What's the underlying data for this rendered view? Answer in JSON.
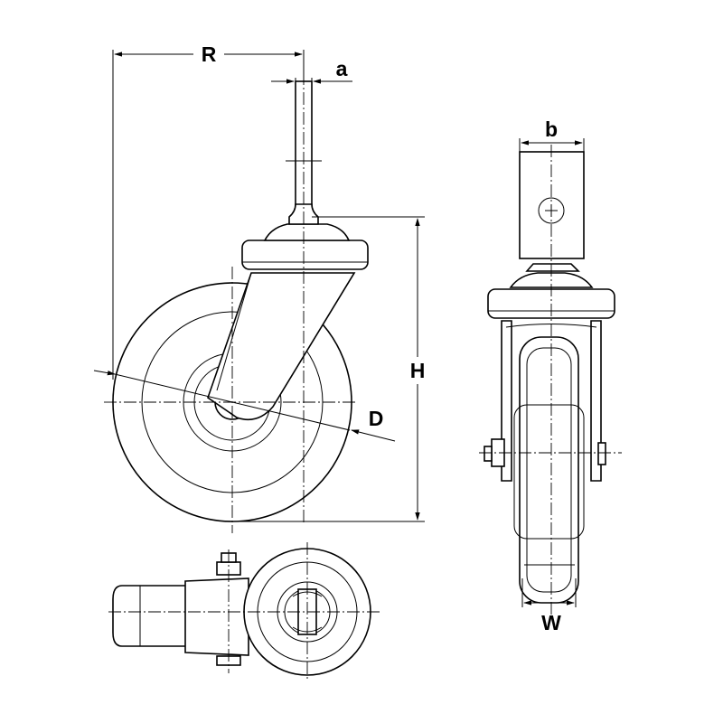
{
  "dimensions": {
    "R": "R",
    "a": "a",
    "H": "H",
    "D": "D",
    "b": "b",
    "W": "W"
  },
  "colors": {
    "line": "#000000",
    "background": "#ffffff"
  }
}
